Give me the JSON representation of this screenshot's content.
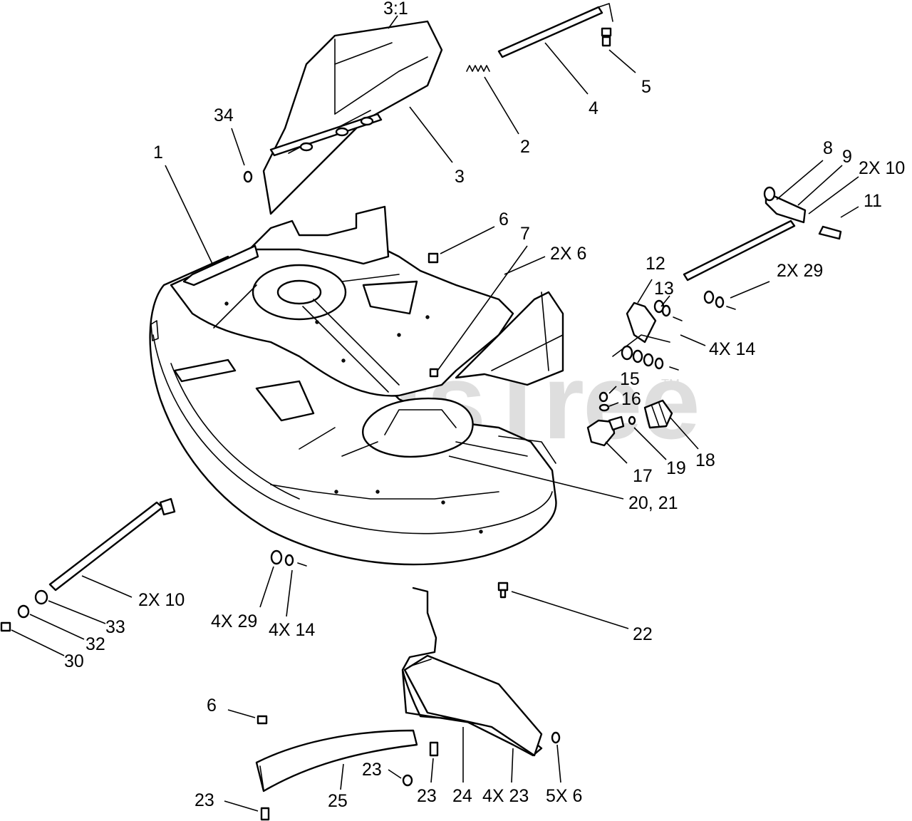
{
  "watermark": {
    "text": "PartsTree",
    "trademark": "TM"
  },
  "callouts": {
    "c_3_1": "3:1",
    "c5": "5",
    "c4": "4",
    "c2": "2",
    "c3": "3",
    "c34": "34",
    "c1": "1",
    "c8": "8",
    "c9": "9",
    "c2x10_top": "2X 10",
    "c11": "11",
    "c6_top": "6",
    "c7": "7",
    "c2x6": "2X 6",
    "c12": "12",
    "c13": "13",
    "c2x29": "2X 29",
    "c4x14_right": "4X 14",
    "c15": "15",
    "c16": "16",
    "c18": "18",
    "c19": "19",
    "c17": "17",
    "c20_21": "20, 21",
    "c2x10_left": "2X 10",
    "c33": "33",
    "c32": "32",
    "c30": "30",
    "c4x29": "4X 29",
    "c4x14_bottom": "4X 14",
    "c22": "22",
    "c6_bottom": "6",
    "c23_a": "23",
    "c23_b": "23",
    "c23_c": "23",
    "c24": "24",
    "c4x23": "4X 23",
    "c5x6": "5X 6",
    "c25": "25"
  }
}
